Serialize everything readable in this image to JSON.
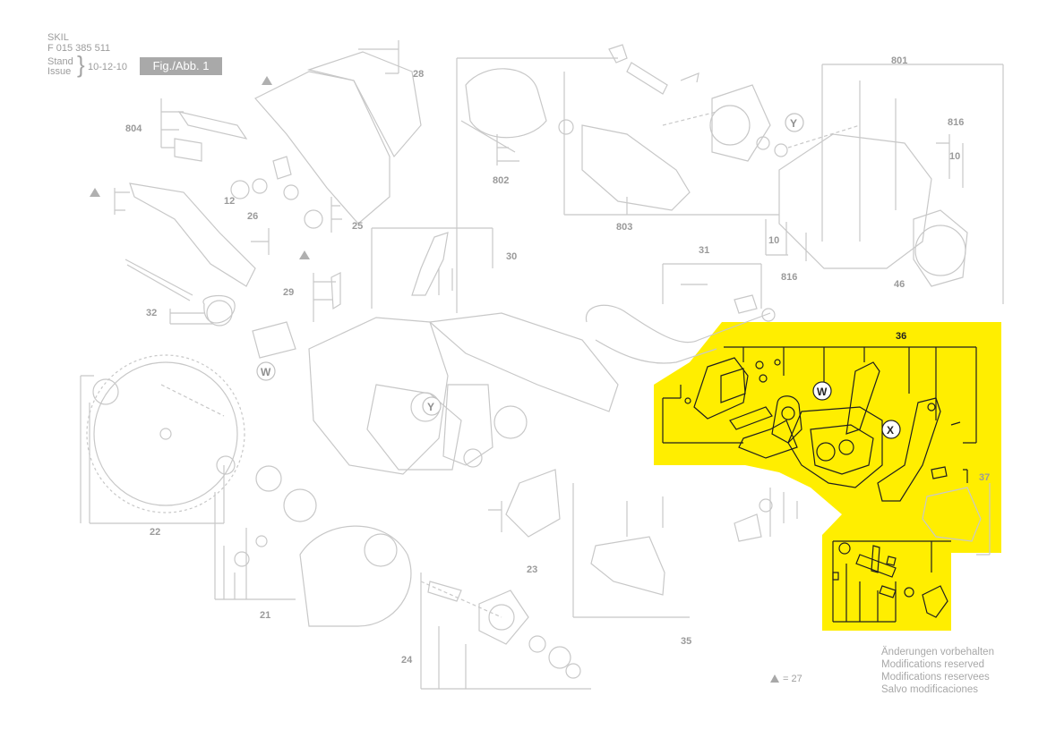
{
  "header": {
    "brand": "SKIL",
    "part_number": "F 015 385 511",
    "stand_label": "Stand",
    "issue_label": "Issue",
    "issue_date": "10-12-10",
    "figure_label": "Fig./Abb. 1"
  },
  "notes": {
    "line1": "Änderungen vorbehalten",
    "line2": "Modifications reserved",
    "line3": "Modifications reservees",
    "line4": "Salvo modificaciones"
  },
  "legend": {
    "triangle_ref": "= 27"
  },
  "colors": {
    "highlight": "#ffee00",
    "faded_line": "#c8c8c8",
    "faded_text": "#9a9a9a",
    "dark_line": "#1e1e1e"
  },
  "callouts": {
    "c28": "28",
    "c801": "801",
    "c804": "804",
    "c802": "802",
    "c803": "803",
    "c816a": "816",
    "c816b": "816",
    "c10a": "10",
    "c10b": "10",
    "c12": "12",
    "c26": "26",
    "c25": "25",
    "c30": "30",
    "c31": "31",
    "c46": "46",
    "c29": "29",
    "c32": "32",
    "c36": "36",
    "c37": "37",
    "c22": "22",
    "c21": "21",
    "c23": "23",
    "c24": "24",
    "c35": "35"
  },
  "markers": {
    "w1": "W",
    "w2": "W",
    "x1": "X",
    "y1": "Y",
    "y2": "Y"
  }
}
